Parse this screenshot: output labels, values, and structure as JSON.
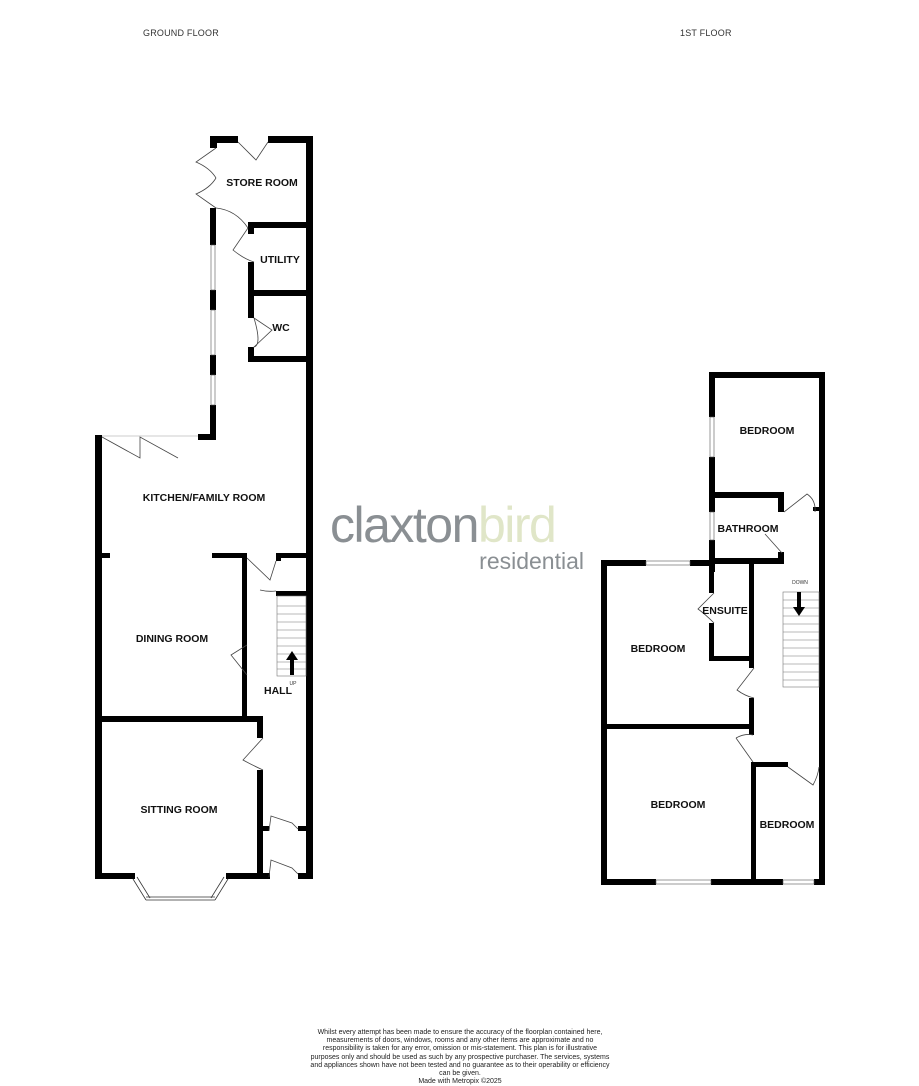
{
  "floors": {
    "ground": {
      "title": "GROUND FLOOR",
      "rooms": {
        "store_room": "STORE ROOM",
        "utility": "UTILITY",
        "wc": "WC",
        "kitchen": "KITCHEN/FAMILY ROOM",
        "dining": "DINING ROOM",
        "hall": "HALL",
        "sitting": "SITTING ROOM"
      },
      "stairs_label": "UP"
    },
    "first": {
      "title": "1ST FLOOR",
      "rooms": {
        "bedroom_rear": "BEDROOM",
        "bathroom": "BATHROOM",
        "ensuite": "ENSUITE",
        "bedroom_middle": "BEDROOM",
        "bedroom_front": "BEDROOM",
        "bedroom_small": "BEDROOM"
      },
      "stairs_label": "DOWN"
    }
  },
  "logo": {
    "part1": "claxton",
    "part2": "bird",
    "sub": "residential",
    "colors": {
      "primary": "#8a8f93",
      "accent": "#e0e6c8"
    }
  },
  "disclaimer": {
    "text": "Whilst every attempt has been made to ensure the accuracy of the floorplan contained here, measurements of doors, windows, rooms and any other items are approximate and no responsibility is taken for any error, omission or mis-statement. This plan is for illustrative purposes only and should be used as such by any prospective purchaser. The services, systems and appliances shown have not been tested and no guarantee as to their operability or efficiency can be given.",
    "credit": "Made with Metropix ©2025"
  }
}
